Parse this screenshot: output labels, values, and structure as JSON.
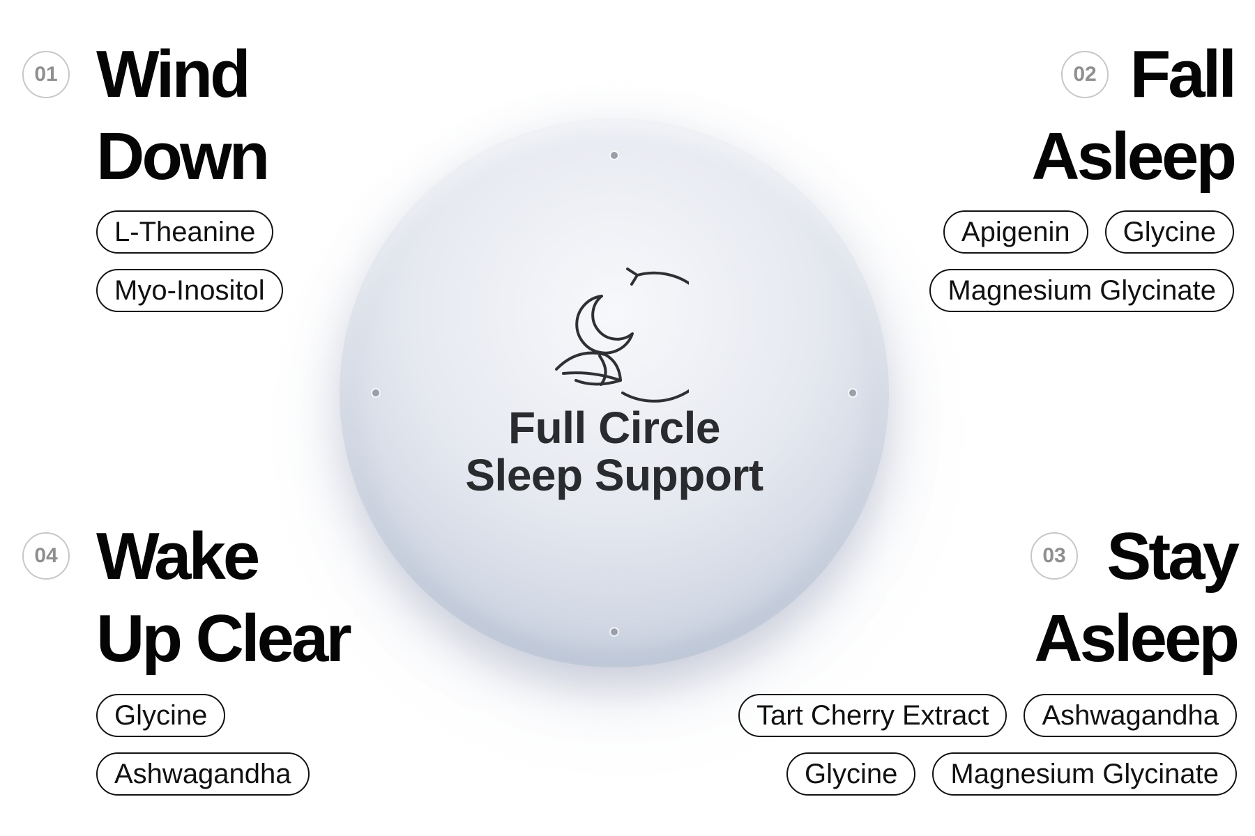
{
  "center": {
    "title_line1": "Full Circle",
    "title_line2": "Sleep Support",
    "icon": "moon-cycle-icon"
  },
  "stages": [
    {
      "number": "01",
      "title_line1": "Wind",
      "title_line2": "Down",
      "ingredients": [
        "L-Theanine",
        "Myo-Inositol"
      ]
    },
    {
      "number": "02",
      "title_line1": "Fall",
      "title_line2": "Asleep",
      "ingredients": [
        "Apigenin",
        "Glycine",
        "Magnesium Glycinate"
      ]
    },
    {
      "number": "03",
      "title_line1": "Stay",
      "title_line2": "Asleep",
      "ingredients": [
        "Tart Cherry Extract",
        "Ashwagandha",
        "Glycine",
        "Magnesium Glycinate"
      ]
    },
    {
      "number": "04",
      "title_line1": "Wake",
      "title_line2": "Up Clear",
      "ingredients": [
        "Glycine",
        "Ashwagandha"
      ]
    }
  ],
  "colors": {
    "text": "#0c0c0c",
    "number_badge": "#8f8f8f",
    "orb": "#d6dce8"
  }
}
